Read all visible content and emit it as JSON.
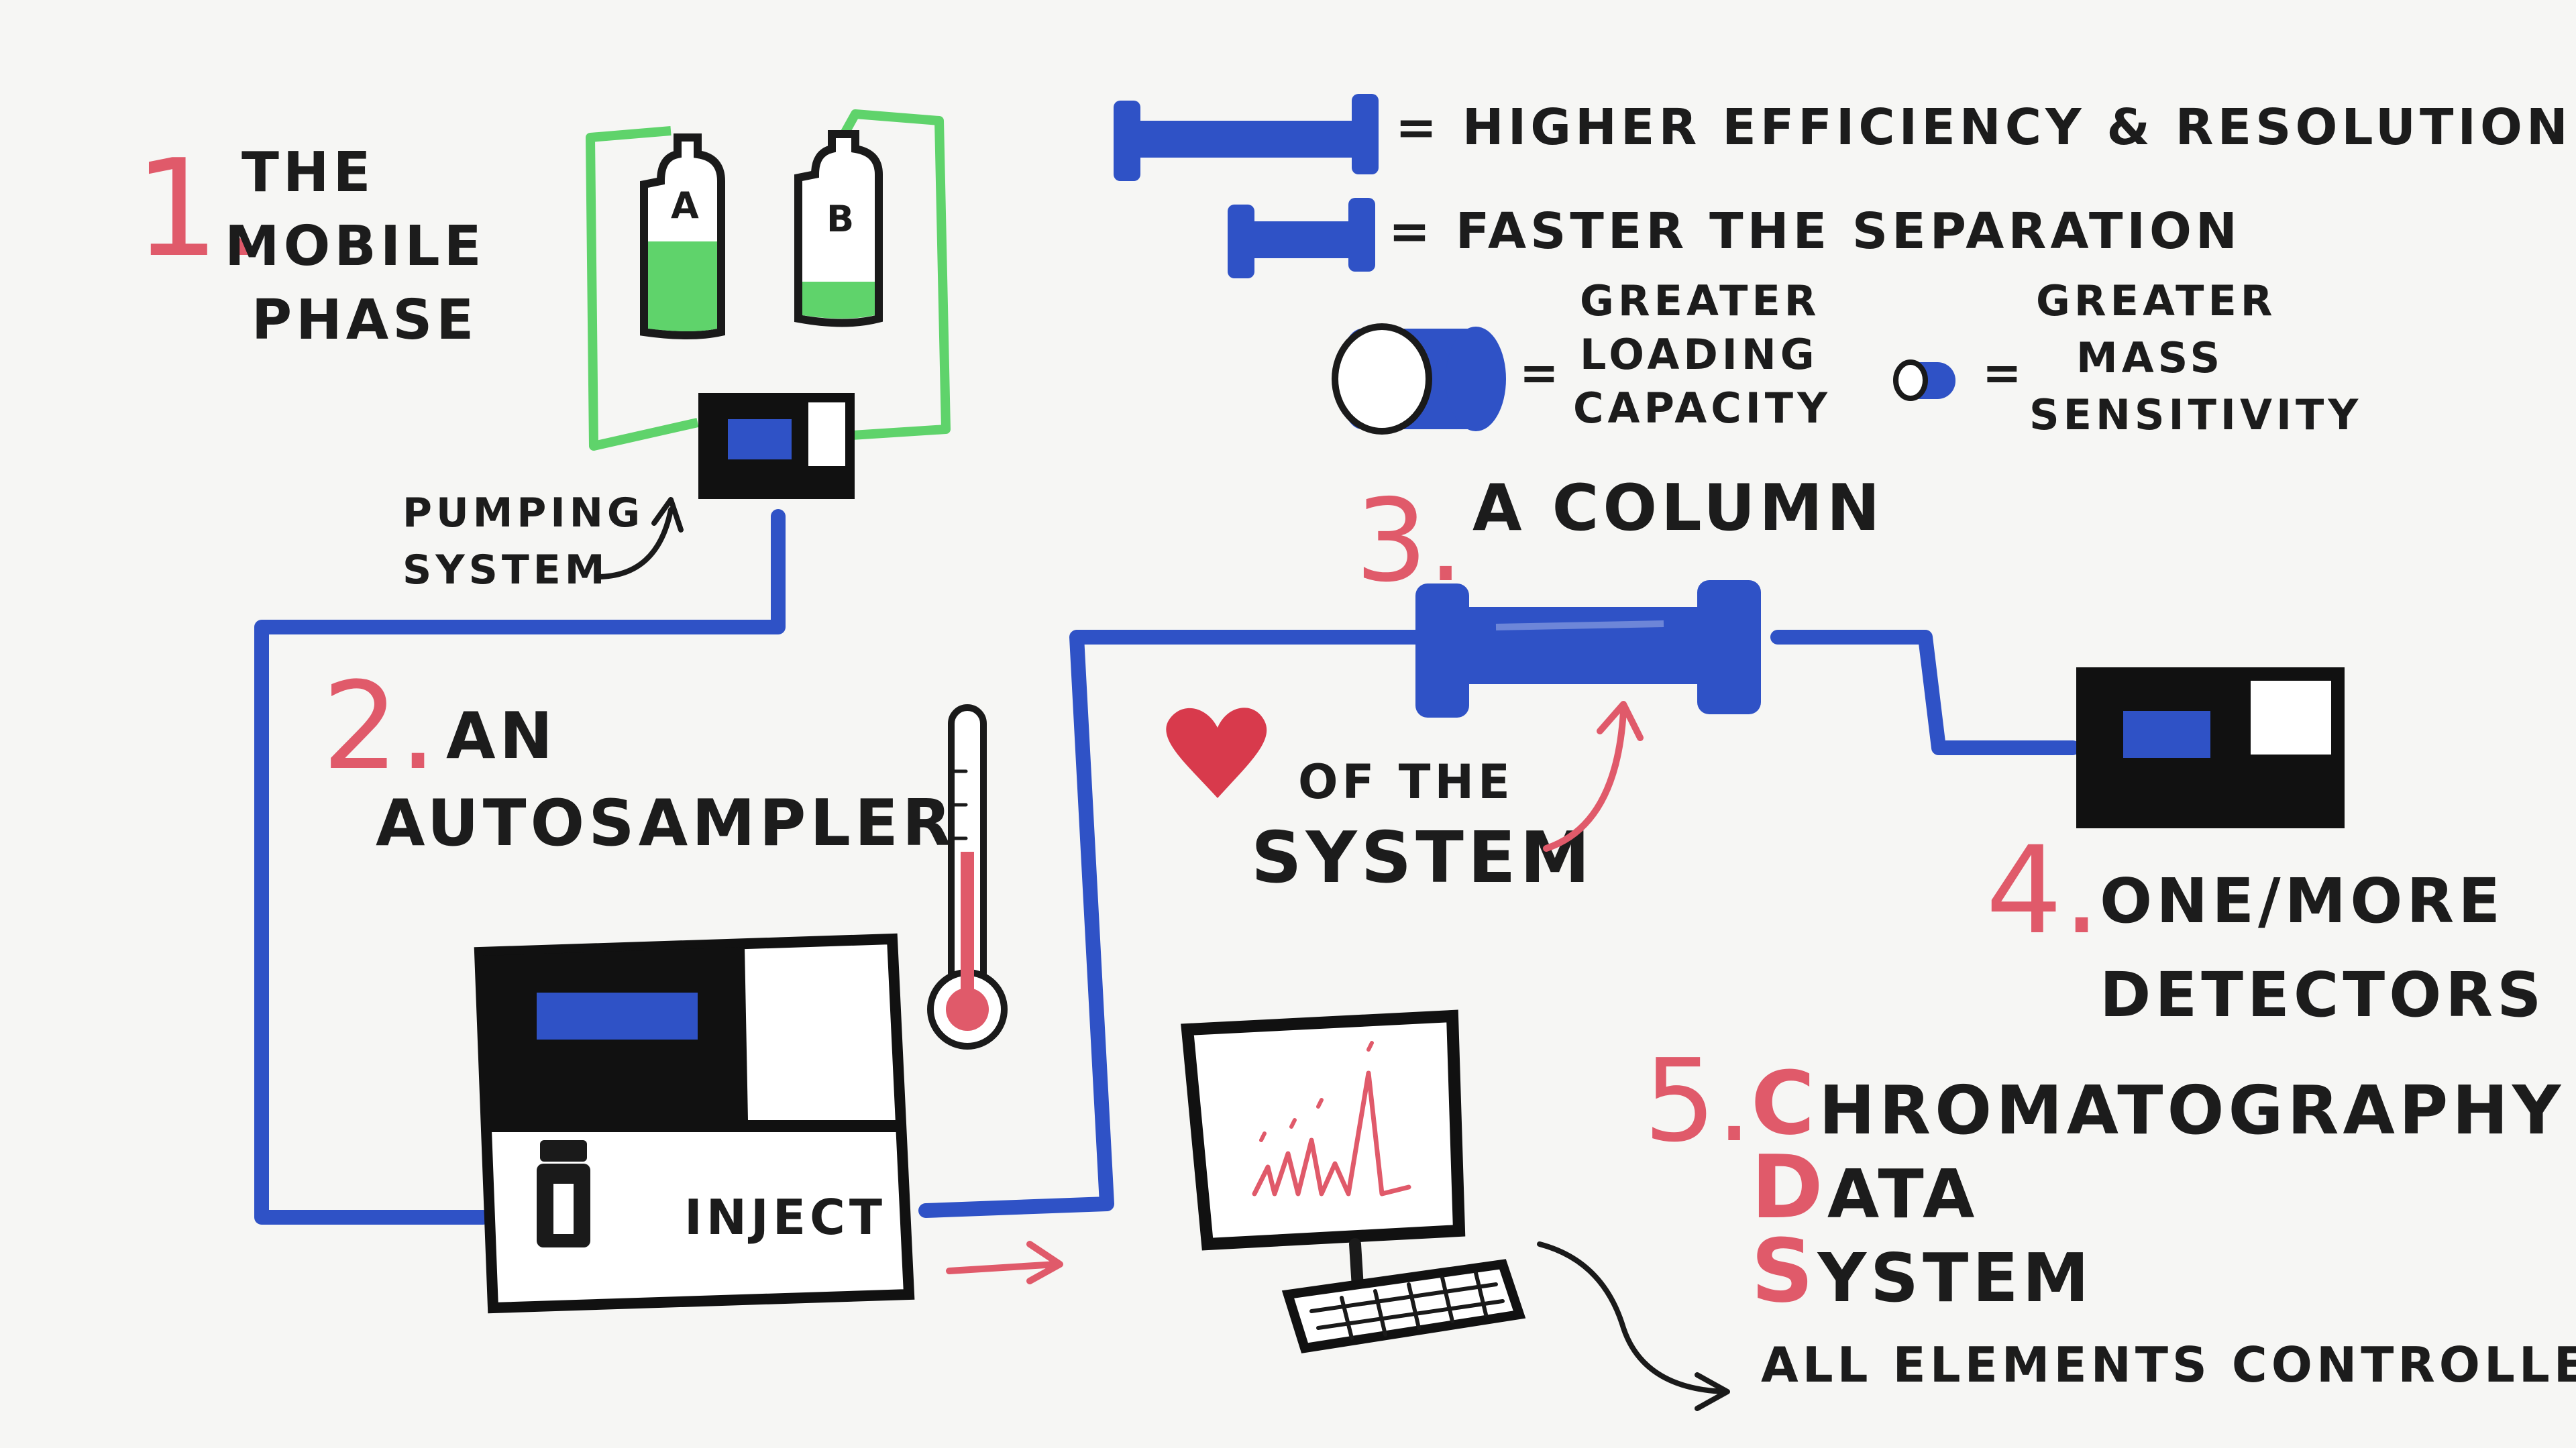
{
  "steps": {
    "mobile_phase": {
      "number": "1.",
      "lines": [
        "THE",
        "MOBILE",
        "PHASE"
      ]
    },
    "autosampler": {
      "number": "2.",
      "lines": [
        "AN",
        "AUTOSAMPLER"
      ]
    },
    "column": {
      "number": "3.",
      "label": "A COLUMN"
    },
    "detectors": {
      "number": "4.",
      "lines": [
        "ONE/MORE",
        "DETECTORS"
      ]
    },
    "cds": {
      "number": "5.",
      "lines": [
        {
          "initial": "C",
          "rest": "HROMATOGRAPHY"
        },
        {
          "initial": "D",
          "rest": "ATA"
        },
        {
          "initial": "S",
          "rest": "YSTEM"
        }
      ]
    }
  },
  "bottles": {
    "a": "A",
    "b": "B"
  },
  "pumping_system": [
    "PUMPING",
    "SYSTEM"
  ],
  "inject_label": "INJECT",
  "heart_caption": [
    "OF THE",
    "SYSTEM"
  ],
  "column_legend": {
    "long": "= HIGHER EFFICIENCY & RESOLUTION",
    "short": "= FASTER THE SEPARATION",
    "wide_eq": "=",
    "wide": [
      "GREATER",
      "LOADING",
      "CAPACITY"
    ],
    "narrow_eq": "=",
    "narrow": [
      "GREATER",
      "MASS",
      "SENSITIVITY"
    ]
  },
  "control_caption": "ALL ELEMENTS CONTROLLED",
  "colors": {
    "pipe_blue": "#2f52c6",
    "tubing_green": "#5fd36b",
    "accent_red": "#e05a6a",
    "ink": "#1a1a1a",
    "board": "#f6f6f4"
  }
}
